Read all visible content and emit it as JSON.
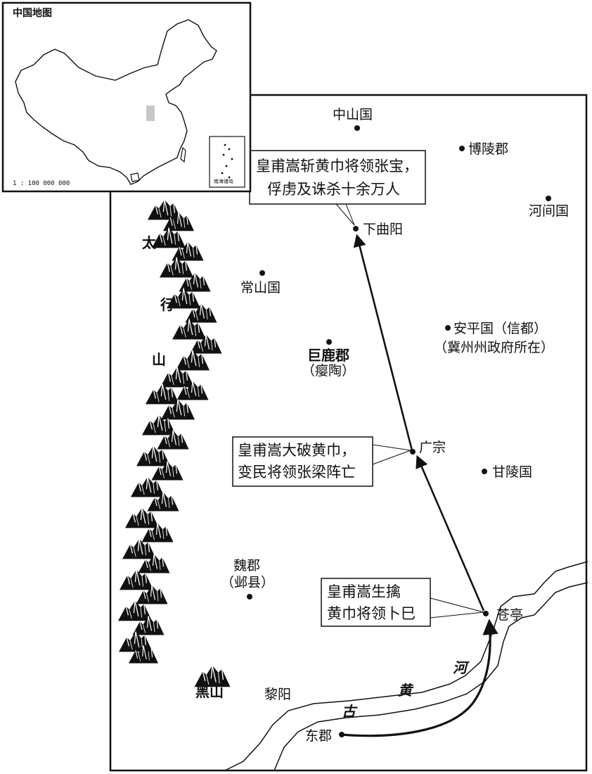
{
  "inset": {
    "title": "中国地图",
    "scale": "1 : 100 000 000",
    "south_sea_label": "南海诸岛"
  },
  "places": {
    "zhongshan": "中山国",
    "boling": "博陵郡",
    "hejian": "河间国",
    "xiaquyang": "下曲阳",
    "changshan": "常山国",
    "anping": "安平国（信都）",
    "anping_note": "（冀州州政府所在）",
    "julu": "巨鹿郡",
    "julu_note": "（瘿陶）",
    "guangzong": "广宗",
    "ganling": "甘陵国",
    "wei": "魏郡",
    "wei_note": "（邺县）",
    "cangting": "苍亭",
    "liyang": "黎阳",
    "dongjun": "东郡"
  },
  "mountains": {
    "taihang_chars": [
      "太",
      "行",
      "山"
    ],
    "heishan": "黑山"
  },
  "river": {
    "chars": [
      "古",
      "黄",
      "河"
    ]
  },
  "annotations": {
    "xiaquyang": [
      "皇甫嵩斩黄巾将领张宝，",
      "俘虏及诛杀十余万人"
    ],
    "guangzong": [
      "皇甫嵩大破黄巾，",
      "变民将领张梁阵亡"
    ],
    "cangting": [
      "皇甫嵩生擒",
      "黄巾将领卜巳"
    ]
  },
  "colors": {
    "line": "#111111",
    "background": "#ffffff",
    "highlight": "#c8c8c8"
  }
}
